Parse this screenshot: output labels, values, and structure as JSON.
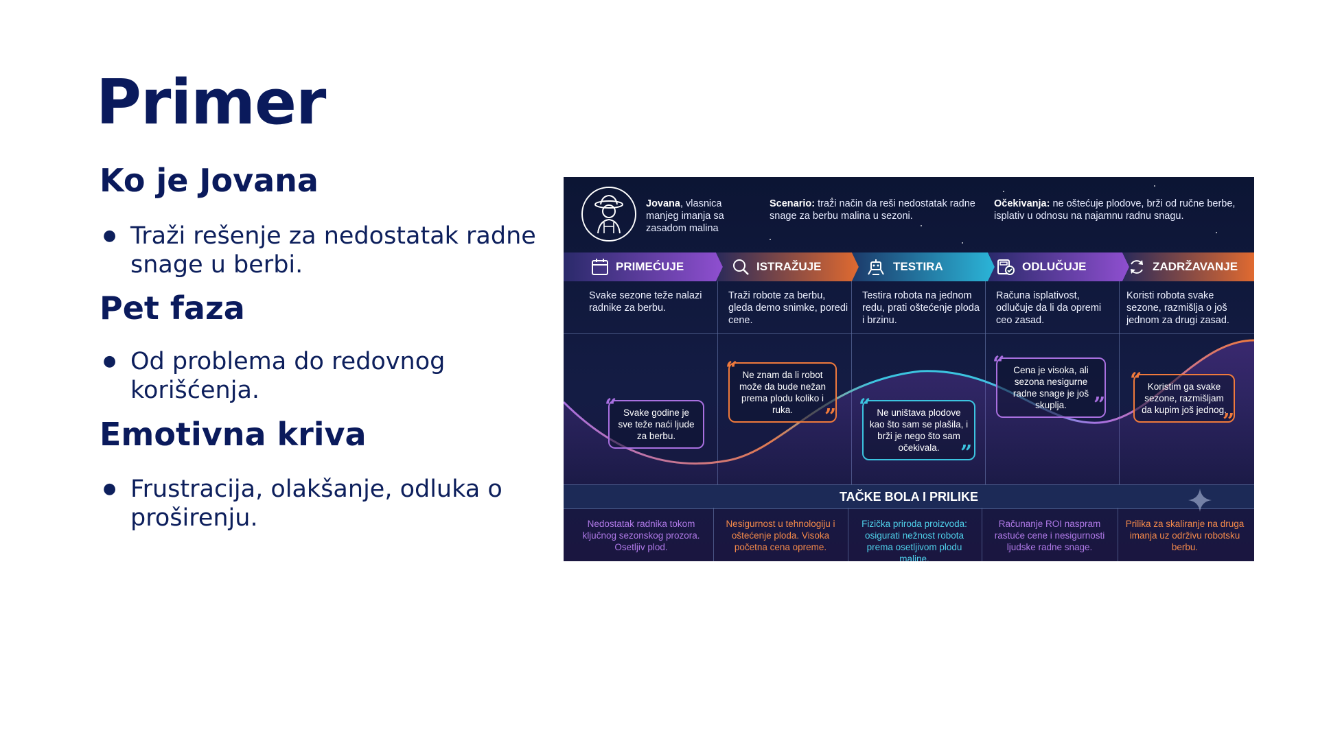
{
  "slide": {
    "title": "Primer",
    "sections": [
      {
        "heading": "Ko je Jovana",
        "bullet": "Traži rešenje za nedostatak radne snage u berbi."
      },
      {
        "heading": "Pet faza",
        "bullet": "Od problema do redovnog korišćenja."
      },
      {
        "heading": "Emotivna kriva",
        "bullet": "Frustracija, olakšanje, odluka o proširenju."
      }
    ]
  },
  "infographic": {
    "persona": {
      "name": "Jovana",
      "description": ", vlasnica manjeg imanja sa zasadom malina",
      "icon": "farmer-avatar-icon"
    },
    "scenario": {
      "label": "Scenario:",
      "text": " traži način da reši nedostatak radne snage za berbu malina u sezoni."
    },
    "expectations": {
      "label": "Očekivanja:",
      "text": " ne oštećuje plodove, brži od ručne berbe, isplativ u odnosu na najamnu radnu snagu."
    },
    "phases": [
      {
        "label": "PRIMEĆUJE",
        "icon": "calendar-icon",
        "description": "Svake sezone teže nalazi radnike za berbu.",
        "quote": "Svake godine je sve teže naći ljude za berbu.",
        "pain": "Nedostatak radnika tokom ključnog sezonskog prozora. Osetljiv plod.",
        "color": "#a970e0"
      },
      {
        "label": "ISTRAŽUJE",
        "icon": "search-icon",
        "description": "Traži robote za berbu, gleda demo snimke, poredi cene.",
        "quote": "Ne znam da li robot može da bude nežan prema plodu koliko i ruka.",
        "pain": "Nesigurnost u tehnologiju i oštećenje ploda. Visoka početna cena opreme.",
        "color": "#f07a3c"
      },
      {
        "label": "TESTIRA",
        "icon": "robot-icon",
        "description": "Testira robota na jednom redu, prati oštećenje ploda i brzinu.",
        "quote": "Ne uništava plodove kao što sam se plašila, i brži je nego što sam očekivala.",
        "pain": "Fizička priroda proizvoda: osigurati nežnost robota prema osetljivom plodu maline.",
        "color": "#3cc4e0"
      },
      {
        "label": "ODLUČUJE",
        "icon": "calculator-icon",
        "description": "Računa isplativost, odlučuje da li da opremi ceo zasad.",
        "quote": "Cena je visoka, ali sezona nesigurne radne snage je još skuplja.",
        "pain": "Računanje ROI naspram rastuće cene i nesigurnosti ljudske radne snage.",
        "color": "#a970e0"
      },
      {
        "label": "ZADRŽAVANJE",
        "icon": "refresh-icon",
        "description": "Koristi robota svake sezone, razmišlja o još jednom za drugi zasad.",
        "quote": "Koristim ga svake sezone, razmišljam da kupim još jednog.",
        "pain": "Prilika za skaliranje na druga imanja uz održivu robotsku berbu.",
        "color": "#f07a3c"
      }
    ],
    "pain_title": "TAČKE BOLA I PRILIKE",
    "colors": {
      "purple": "#a970e0",
      "orange": "#f07a3c",
      "cyan": "#3cc4e0",
      "background": "#0c1534"
    }
  }
}
